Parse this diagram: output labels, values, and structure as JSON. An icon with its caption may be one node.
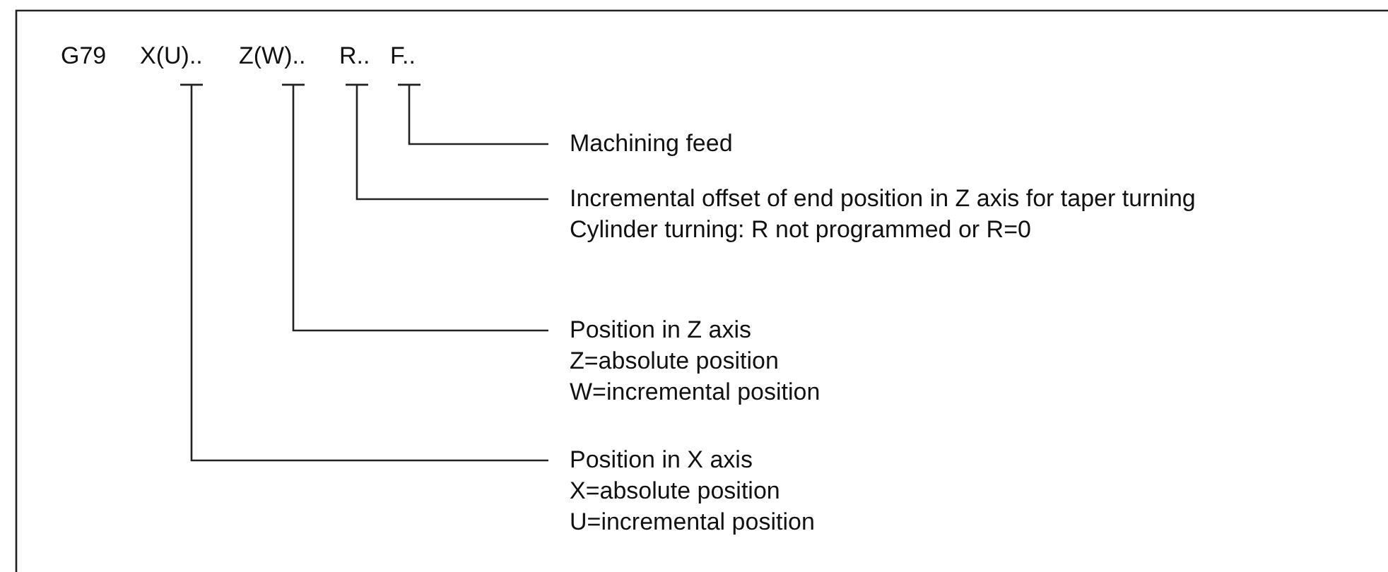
{
  "diagram": {
    "nodes": [
      {
        "text": [
          "X(U).."
        ]
      },
      {
        "text": [
          "Z(W).."
        ]
      },
      {
        "text": [
          "R.."
        ]
      },
      {
        "text": [
          "F.."
        ]
      },
      {
        "text": [
          "Machining feed"
        ]
      },
      {
        "text": [
          "Incremental offset of end position in Z axis for taper turning",
          "Cylinder turning: R not programmed or R=0"
        ]
      },
      {
        "text": [
          "Position in Z axis",
          "Z=absolute position",
          "W=incremental position"
        ]
      },
      {
        "text": [
          "Position in X axis",
          "X=absolute position",
          "U=incremental position"
        ]
      }
    ],
    "edges": [
      {
        "from": 4,
        "to": 3,
        "arrow": "other"
      },
      {
        "from": 5,
        "to": 2,
        "arrow": "other"
      },
      {
        "from": 6,
        "to": 1,
        "arrow": "other"
      },
      {
        "from": 7,
        "to": 0,
        "arrow": "other"
      }
    ],
    "labels": [
      "G79"
    ]
  }
}
